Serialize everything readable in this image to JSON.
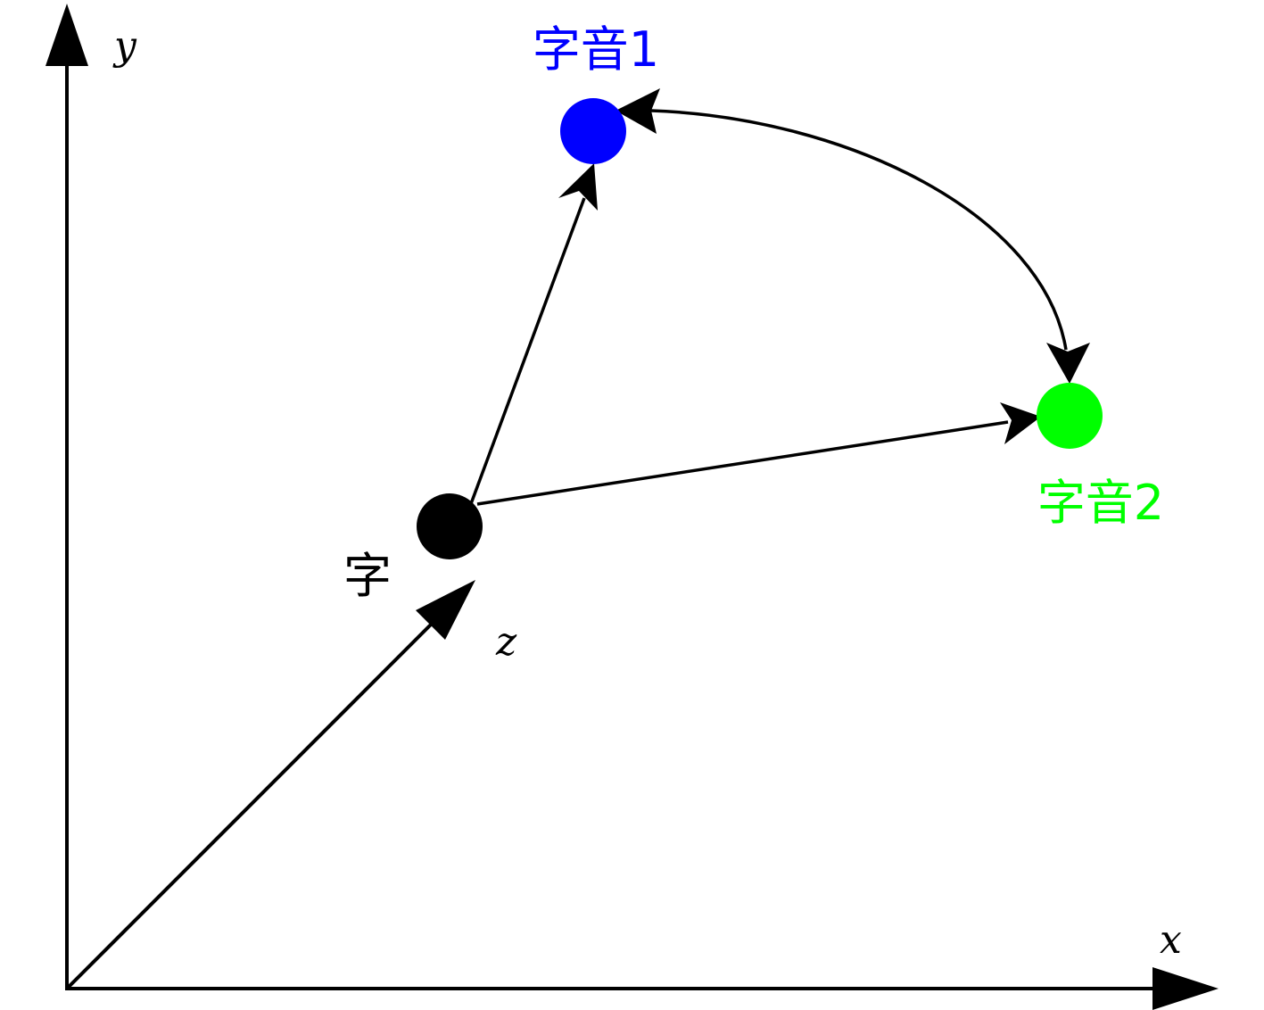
{
  "axes": {
    "x_label": "x",
    "y_label": "y",
    "z_label": "z"
  },
  "nodes": {
    "origin": {
      "label": "字",
      "color": "#000000"
    },
    "blue": {
      "label": "字音1",
      "color": "#0000ff"
    },
    "green": {
      "label": "字音2",
      "color": "#00ff00"
    }
  },
  "colors": {
    "line": "#000000"
  }
}
